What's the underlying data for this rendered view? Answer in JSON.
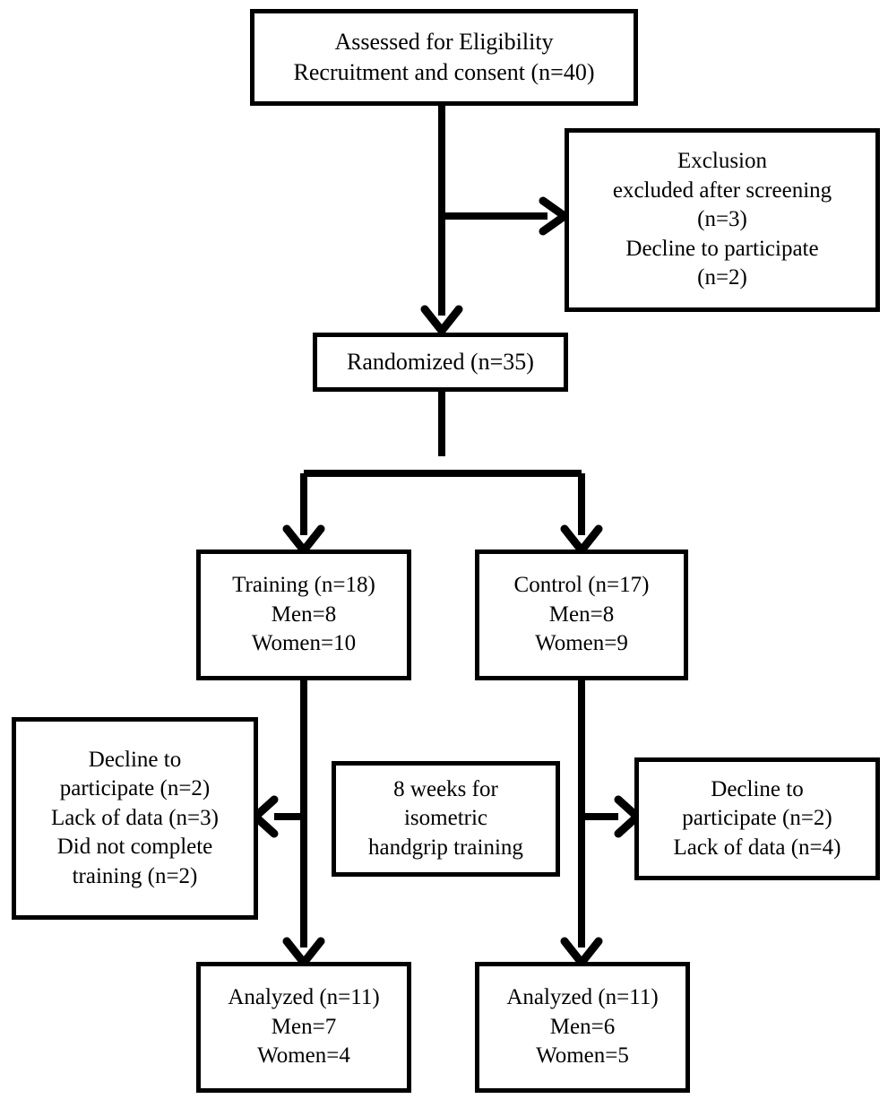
{
  "diagram": {
    "title": "CONSORT participant flow diagram",
    "stroke_color": "#000000",
    "background_color": "#ffffff",
    "nodes": {
      "assessed": {
        "name": "assessed-for-eligibility",
        "lines": [
          "Assessed for Eligibility",
          "Recruitment and consent (n=40)"
        ]
      },
      "exclusion": {
        "name": "exclusion",
        "lines": [
          "Exclusion",
          "excluded after screening",
          "(n=3)",
          "Decline to participate",
          "(n=2)"
        ]
      },
      "randomized": {
        "name": "randomized",
        "lines": [
          "Randomized (n=35)"
        ]
      },
      "training": {
        "name": "training-group",
        "lines": [
          "Training (n=18)",
          "Men=8",
          "Women=10"
        ]
      },
      "control": {
        "name": "control-group",
        "lines": [
          "Control (n=17)",
          "Men=8",
          "Women=9"
        ]
      },
      "left_dropout": {
        "name": "training-dropout",
        "lines": [
          "Decline to",
          "participate (n=2)",
          "Lack of data (n=3)",
          "Did not complete",
          "training (n=2)"
        ]
      },
      "weeks": {
        "name": "intervention-period",
        "lines": [
          "8 weeks for",
          "isometric",
          "handgrip training"
        ]
      },
      "right_dropout": {
        "name": "control-dropout",
        "lines": [
          "Decline to",
          "participate (n=2)",
          "Lack of data (n=4)"
        ]
      },
      "analyzed_training": {
        "name": "analyzed-training",
        "lines": [
          "Analyzed (n=11)",
          "Men=7",
          "Women=4"
        ]
      },
      "analyzed_control": {
        "name": "analyzed-control",
        "lines": [
          "Analyzed (n=11)",
          "Men=6",
          "Women=5"
        ]
      }
    },
    "connectors": [
      {
        "name": "assessed-to-randomized",
        "from": "assessed",
        "to": "randomized",
        "direction": "down"
      },
      {
        "name": "assessed-to-exclusion",
        "from": "assessed",
        "to": "exclusion",
        "direction": "right"
      },
      {
        "name": "randomized-to-training",
        "from": "randomized",
        "to": "training",
        "direction": "down"
      },
      {
        "name": "randomized-to-control",
        "from": "randomized",
        "to": "control",
        "direction": "down"
      },
      {
        "name": "training-to-analyzed",
        "from": "training",
        "to": "analyzed_training",
        "direction": "down"
      },
      {
        "name": "control-to-analyzed",
        "from": "control",
        "to": "analyzed_control",
        "direction": "down"
      },
      {
        "name": "training-to-dropout",
        "from": "training",
        "to": "left_dropout",
        "direction": "left"
      },
      {
        "name": "control-to-dropout",
        "from": "control",
        "to": "right_dropout",
        "direction": "right"
      }
    ]
  }
}
